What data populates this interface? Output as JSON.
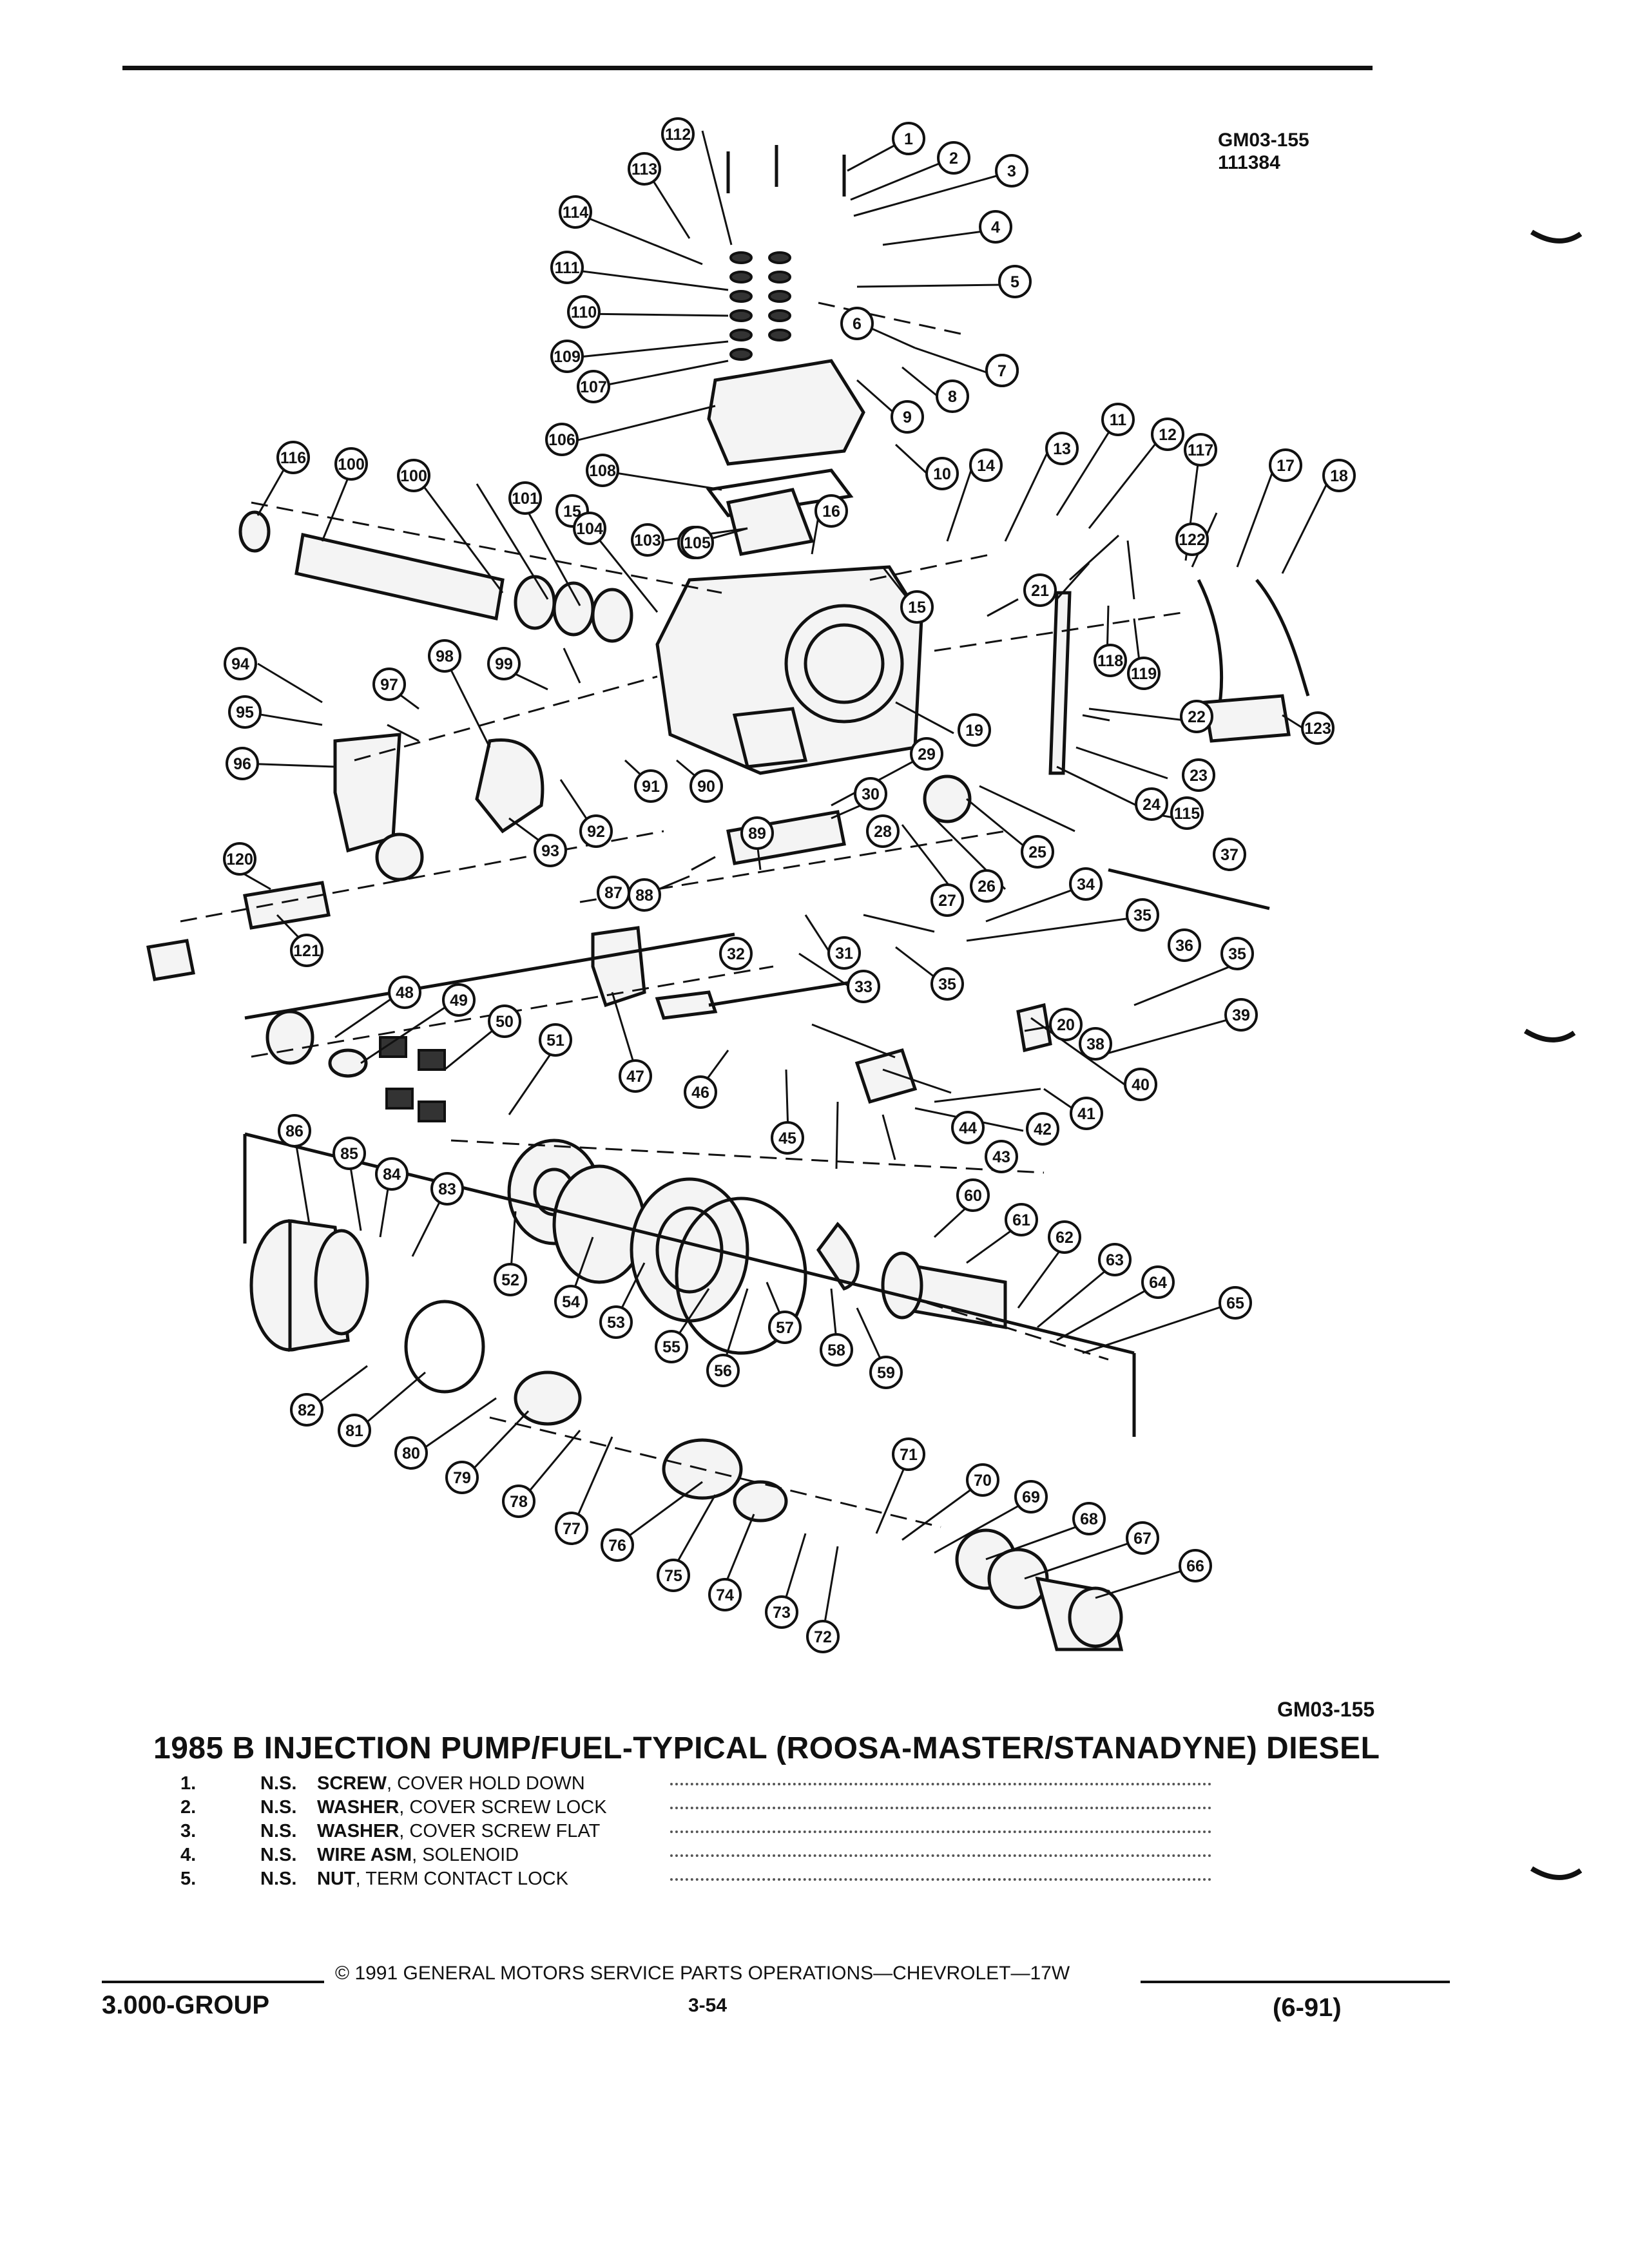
{
  "header": {
    "figure_code": "GM03-155",
    "figure_number": "111384"
  },
  "diagram": {
    "callouts": [
      "1",
      "2",
      "3",
      "4",
      "5",
      "6",
      "7",
      "7",
      "8",
      "9",
      "10",
      "11",
      "12",
      "13",
      "14",
      "15",
      "15",
      "16",
      "17",
      "18",
      "19",
      "21",
      "22",
      "23",
      "24",
      "25",
      "26",
      "27",
      "28",
      "29",
      "30",
      "31",
      "32",
      "33",
      "34",
      "35",
      "35",
      "35",
      "36",
      "37",
      "38",
      "39",
      "40",
      "41",
      "42",
      "43",
      "44",
      "45",
      "46",
      "47",
      "48",
      "49",
      "50",
      "51",
      "52",
      "53",
      "54",
      "55",
      "56",
      "57",
      "58",
      "59",
      "60",
      "61",
      "62",
      "63",
      "64",
      "65",
      "66",
      "67",
      "68",
      "69",
      "70",
      "71",
      "72",
      "73",
      "74",
      "75",
      "76",
      "77",
      "78",
      "79",
      "80",
      "81",
      "82",
      "83",
      "84",
      "85",
      "86",
      "87",
      "88",
      "89",
      "90",
      "91",
      "92",
      "93",
      "94",
      "95",
      "96",
      "97",
      "98",
      "99",
      "100",
      "100",
      "101",
      "102",
      "103",
      "104",
      "105",
      "106",
      "107",
      "108",
      "109",
      "110",
      "111",
      "112",
      "113",
      "114",
      "115",
      "116",
      "117",
      "118",
      "119",
      "120",
      "121",
      "122",
      "123",
      "20"
    ]
  },
  "footer_figure_code": "GM03-155",
  "title": "1985 B INJECTION PUMP/FUEL-TYPICAL (ROOSA-MASTER/STANADYNE) DIESEL",
  "parts": [
    {
      "num": "1.",
      "ns": "N.S.",
      "name": "SCREW",
      "desc": ", COVER HOLD DOWN"
    },
    {
      "num": "2.",
      "ns": "N.S.",
      "name": "WASHER",
      "desc": ", COVER SCREW LOCK"
    },
    {
      "num": "3.",
      "ns": "N.S.",
      "name": "WASHER",
      "desc": ", COVER SCREW FLAT"
    },
    {
      "num": "4.",
      "ns": "N.S.",
      "name": "WIRE ASM",
      "desc": ", SOLENOID"
    },
    {
      "num": "5.",
      "ns": "N.S.",
      "name": "NUT",
      "desc": ", TERM CONTACT LOCK"
    }
  ],
  "footer": {
    "copyright": "© 1991 GENERAL MOTORS SERVICE PARTS OPERATIONS—CHEVROLET—17W",
    "group": "3.000-GROUP",
    "page": "3-54",
    "date": "(6-91)"
  }
}
